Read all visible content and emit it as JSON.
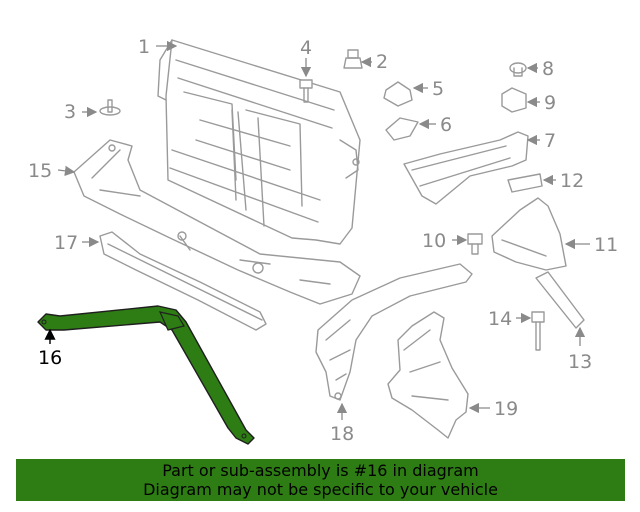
{
  "callouts": {
    "c1": "1",
    "c2": "2",
    "c3": "3",
    "c4": "4",
    "c5": "5",
    "c6": "6",
    "c7": "7",
    "c8": "8",
    "c9": "9",
    "c10": "10",
    "c11": "11",
    "c12": "12",
    "c13": "13",
    "c14": "14",
    "c15": "15",
    "c16": "16",
    "c17": "17",
    "c18": "18",
    "c19": "19"
  },
  "highlighted_part": "16",
  "colors": {
    "highlight_fill": "#2e7d14",
    "line_gray": "#9a9a9a",
    "banner_bg": "#2e7d14"
  },
  "banner": {
    "line1": "Part or sub-assembly is #16 in diagram",
    "line2": "Diagram may not be specific to your vehicle"
  }
}
